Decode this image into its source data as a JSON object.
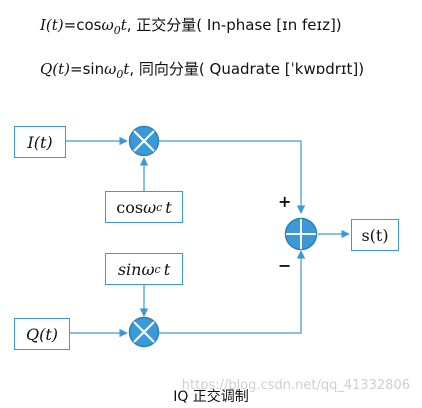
{
  "equations": {
    "line1": {
      "lhs": "I(t)",
      "eq": "=cos",
      "omega": "ω",
      "sub": "0",
      "t": "t",
      "rest": ", 正交分量( In-phase [ɪn feɪz])"
    },
    "line2": {
      "lhs": "Q(t)",
      "eq": "=sin",
      "omega": "ω",
      "sub": "0",
      "t": "t",
      "rest": ", 同向分量( Quadrate [ˈkwɒdrɪt])"
    }
  },
  "blocks": {
    "i_input": "I(t)",
    "q_input": "Q(t)",
    "cos_carrier": {
      "fn": "cos",
      "omega": "ω",
      "sub": "c",
      "t": "t"
    },
    "sin_carrier": {
      "fn": "sin",
      "omega": "ω",
      "sub": "c",
      "t": "t"
    },
    "output": "s(t)"
  },
  "signs": {
    "plus": "+",
    "minus": "−"
  },
  "caption": "IQ 正交调制",
  "watermark": "https://blog.csdn.net/qq_41332806",
  "colors": {
    "line": "#3a9ad9",
    "node_fill": "#3a9ad9",
    "node_stroke": "#2f7fb6",
    "node_symbol": "#ffffff",
    "text": "#111111"
  }
}
